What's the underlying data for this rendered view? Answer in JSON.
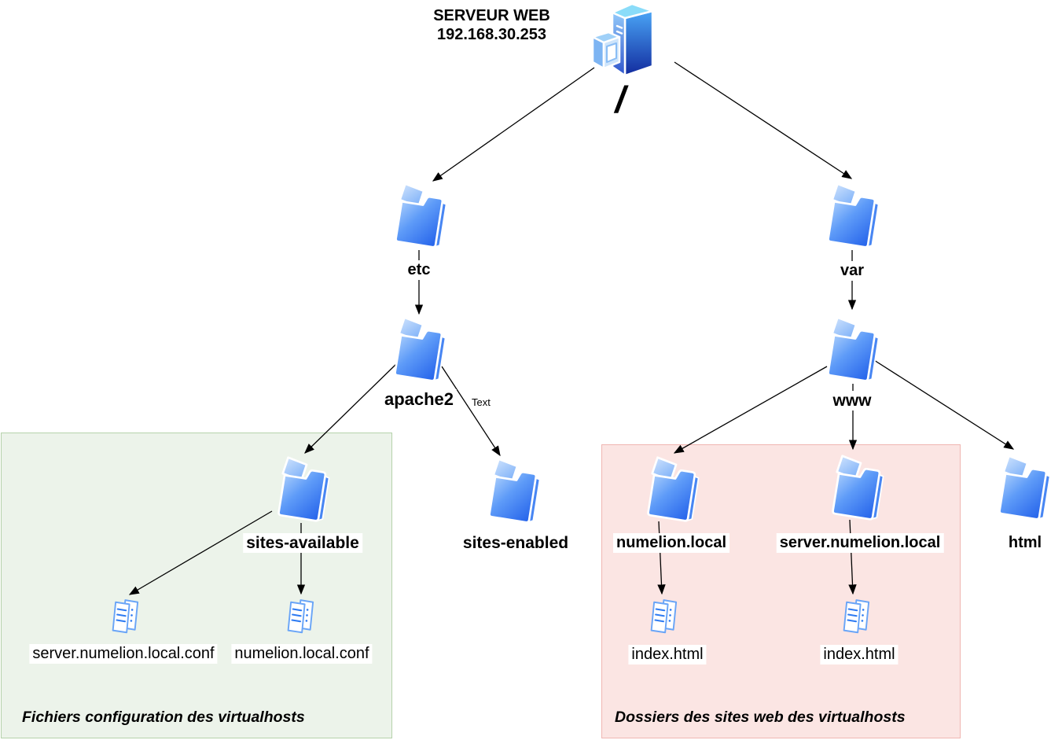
{
  "header": {
    "title": "SERVEUR WEB",
    "ip": "192.168.30.253"
  },
  "root": {
    "label": "/"
  },
  "folders": {
    "etc": "etc",
    "apache2": "apache2",
    "sites_available": "sites-available",
    "sites_enabled": "sites-enabled",
    "var": "var",
    "www": "www",
    "numelion_local": "numelion.local",
    "server_numelion_local": "server.numelion.local",
    "html": "html"
  },
  "files": {
    "server_numelion_conf": "server.numelion.local.conf",
    "numelion_conf": "numelion.local.conf",
    "index_numelion": "index.html",
    "index_server_numelion": "index.html"
  },
  "edge_labels": {
    "apache2_to_sites_enabled": "Text"
  },
  "regions": {
    "config_files": {
      "caption": "Fichiers configuration des virtualhosts"
    },
    "site_folders": {
      "caption": "Dossiers des sites web des virtualhosts"
    }
  },
  "colors": {
    "folder_blue_light": "#b7d7fd",
    "folder_blue_dark": "#2361ea",
    "file_outline_blue": "#6aa5f7",
    "config_region_bg": "#ecf3ea",
    "config_region_border": "#b5d2ab",
    "sites_region_bg": "#fbe5e3",
    "sites_region_border": "#f0b6b2",
    "connector_black": "#000000"
  }
}
